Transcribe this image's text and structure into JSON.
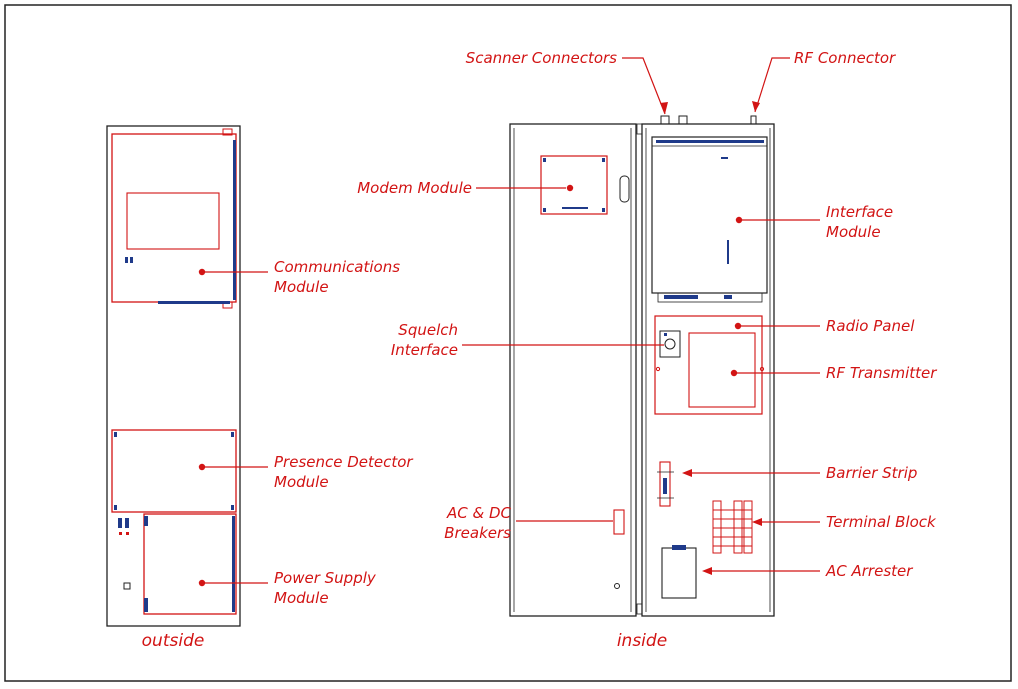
{
  "colors": {
    "outline": "#222222",
    "accent": "#d21414",
    "module_blue": "#1f3a8a",
    "background": "#ffffff"
  },
  "labels": {
    "communications_module": [
      "Communications",
      "Module"
    ],
    "presence_detector_module": [
      "Presence Detector",
      "Module"
    ],
    "power_supply_module": [
      "Power Supply",
      "Module"
    ],
    "scanner_connectors": "Scanner Connectors",
    "rf_connector": "RF Connector",
    "modem_module": "Modem Module",
    "interface_module": [
      "Interface",
      "Module"
    ],
    "squelch_interface": [
      "Squelch",
      "Interface"
    ],
    "radio_panel": "Radio Panel",
    "rf_transmitter": "RF Transmitter",
    "barrier_strip": "Barrier Strip",
    "ac_dc_breakers": [
      "AC & DC",
      "Breakers"
    ],
    "terminal_block": "Terminal Block",
    "ac_arrester": "AC Arrester"
  },
  "captions": {
    "outside": "outside",
    "inside": "inside"
  }
}
